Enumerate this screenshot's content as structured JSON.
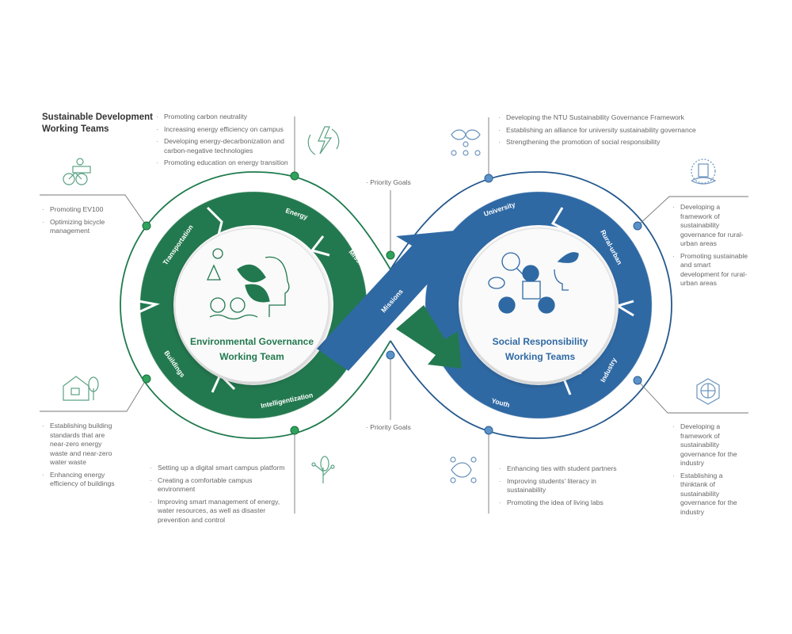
{
  "title": "Sustainable Development Working Teams",
  "colors": {
    "green": "#23794f",
    "blue": "#2f69a4",
    "line_green": "#1f7a4d",
    "line_blue": "#24578c"
  },
  "environmental": {
    "label_line1": "Environmental Governance",
    "label_line2": "Working Team",
    "ring_labels": [
      "Energy",
      "Transportation",
      "Buildings",
      "Intelligentization",
      "Missions"
    ],
    "energy": [
      "Promoting carbon neutrality",
      "Increasing energy efficiency on campus",
      "Developing energy-decarbonization and carbon-negative technologies",
      "Promoting education on energy transition"
    ],
    "transportation": [
      "Promoting EV100",
      "Optimizing bicycle management"
    ],
    "buildings": [
      "Establishing building standards that are near-zero energy waste and near-zero water waste",
      "Enhancing energy efficiency of buildings"
    ],
    "intelligentization": [
      "Setting up a digital smart campus platform",
      "Creating a comfortable campus environment",
      "Improving smart management of energy, water resources, as well as disaster prevention and control"
    ]
  },
  "social": {
    "label_line1": "Social Responsibility",
    "label_line2": "Working Teams",
    "ring_labels": [
      "University",
      "Rural-urban",
      "Industry",
      "Youth",
      "Missions"
    ],
    "university": [
      "Developing the NTU Sustainability Governance Framework",
      "Establishing an alliance for university sustainability governance",
      "Strengthening the promotion of social responsibility"
    ],
    "rural_urban": [
      "Developing a framework of sustainability governance for rural-urban areas",
      "Promoting sustainable and smart development for rural-urban areas"
    ],
    "industry": [
      "Developing a framework of sustainability governance for the industry",
      "Establishing a thinktank of sustainability governance for the industry"
    ],
    "youth": [
      "Enhancing ties with student partners",
      "Improving students' literacy in sustainability",
      "Promoting the idea of living labs"
    ]
  },
  "priority_goals_top": "Priority Goals",
  "priority_goals_bottom": "Priority Goals"
}
